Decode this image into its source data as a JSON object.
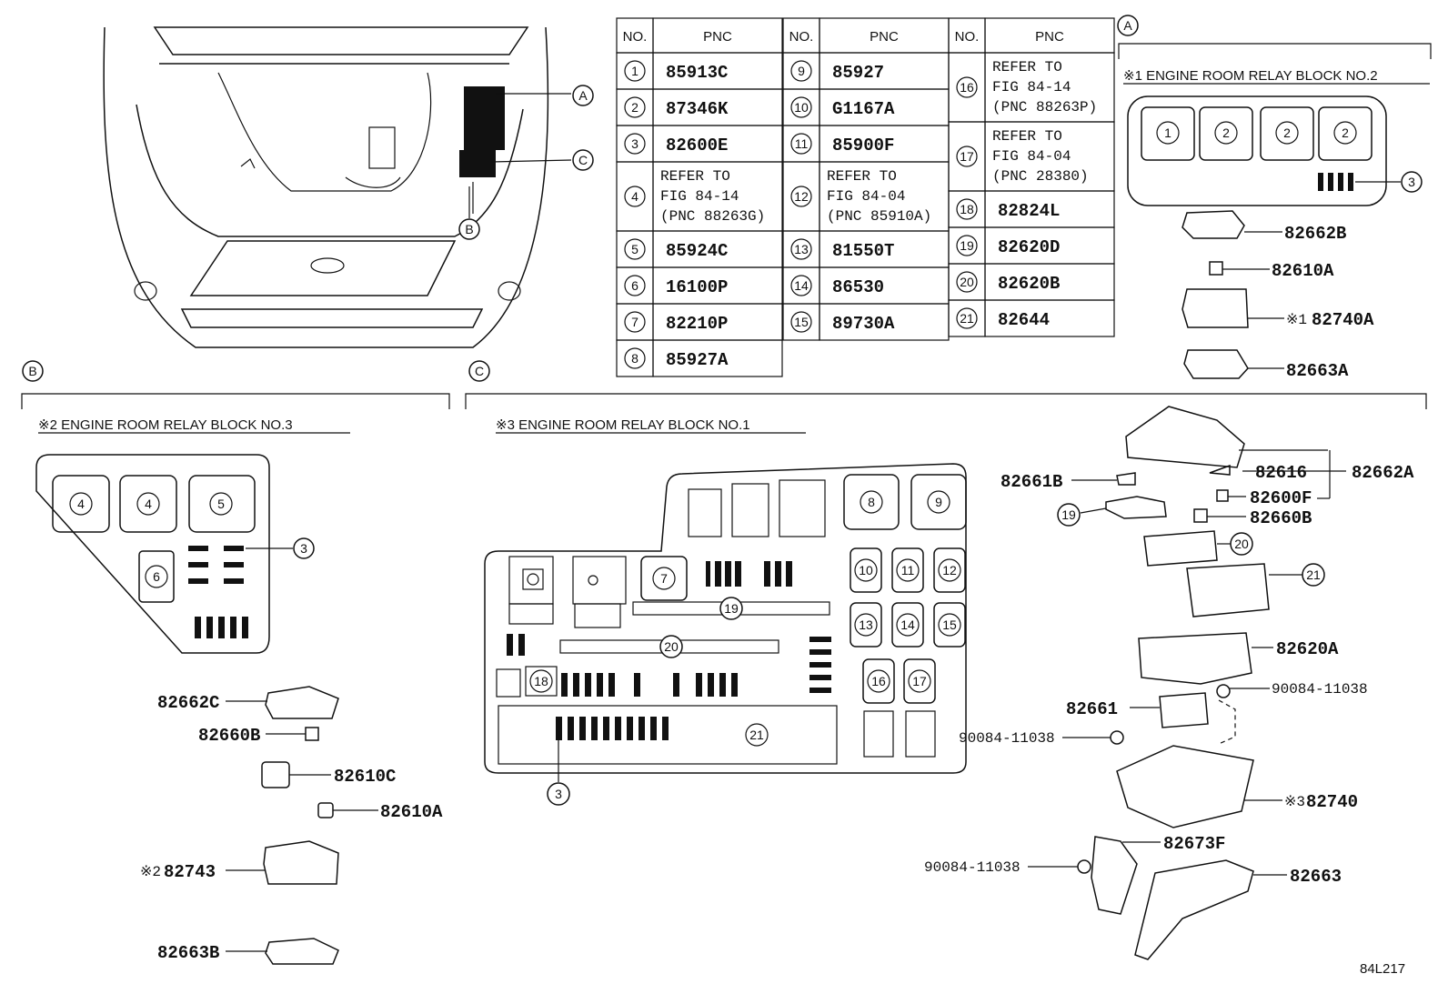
{
  "table": {
    "headers": {
      "no": "NO.",
      "pnc": "PNC"
    },
    "columns": [
      [
        {
          "no": "1",
          "lines": [
            "85913C"
          ]
        },
        {
          "no": "2",
          "lines": [
            "87346K"
          ]
        },
        {
          "no": "3",
          "lines": [
            "82600E"
          ]
        },
        {
          "no": "4",
          "lines": [
            "REFER TO",
            "FIG 84-14",
            "(PNC 88263G)"
          ]
        },
        {
          "no": "5",
          "lines": [
            "85924C"
          ]
        },
        {
          "no": "6",
          "lines": [
            "16100P"
          ]
        },
        {
          "no": "7",
          "lines": [
            "82210P"
          ]
        },
        {
          "no": "8",
          "lines": [
            "85927A"
          ]
        }
      ],
      [
        {
          "no": "9",
          "lines": [
            "85927"
          ]
        },
        {
          "no": "10",
          "lines": [
            "G1167A"
          ]
        },
        {
          "no": "11",
          "lines": [
            "85900F"
          ]
        },
        {
          "no": "12",
          "lines": [
            "REFER TO",
            "FIG 84-04",
            "(PNC 85910A)"
          ]
        },
        {
          "no": "13",
          "lines": [
            "81550T"
          ]
        },
        {
          "no": "14",
          "lines": [
            "86530"
          ]
        },
        {
          "no": "15",
          "lines": [
            "89730A"
          ]
        }
      ],
      [
        {
          "no": "16",
          "lines": [
            "REFER TO",
            "FIG 84-14",
            "(PNC 88263P)"
          ]
        },
        {
          "no": "17",
          "lines": [
            "REFER TO",
            "FIG 84-04",
            "(PNC 28380)"
          ]
        },
        {
          "no": "18",
          "lines": [
            "82824L"
          ]
        },
        {
          "no": "19",
          "lines": [
            "82620D"
          ]
        },
        {
          "no": "20",
          "lines": [
            "82620B"
          ]
        },
        {
          "no": "21",
          "lines": [
            "82644"
          ]
        }
      ]
    ]
  },
  "callouts": {
    "a": "A",
    "b": "B",
    "c": "C"
  },
  "sections": {
    "a_title": "※1 ENGINE ROOM RELAY BLOCK NO.2",
    "b_title": "※2 ENGINE ROOM RELAY BLOCK NO.3",
    "c_title": "※3 ENGINE ROOM RELAY BLOCK NO.1"
  },
  "parts_a": {
    "p1": "82662B",
    "p2": "82610A",
    "p3_prefix": "※1",
    "p3": "82740A",
    "p4": "82663A"
  },
  "parts_b": {
    "p1": "82662C",
    "p2": "82660B",
    "p3": "82610C",
    "p4": "82610A",
    "p5_prefix": "※2",
    "p5": "82743",
    "p6": "82663B"
  },
  "parts_c": {
    "p82616": "82616",
    "p82662a": "82662A",
    "p82661b": "82661B",
    "p82600f": "82600F",
    "p82660b": "82660B",
    "p82620a": "82620A",
    "p90084a": "90084-11038",
    "p82661": "82661",
    "p90084b": "90084-11038",
    "p82740_prefix": "※3",
    "p82740": "82740",
    "p82673f": "82673F",
    "p90084c": "90084-11038",
    "p82663": "82663"
  },
  "figure_code": "84L217"
}
